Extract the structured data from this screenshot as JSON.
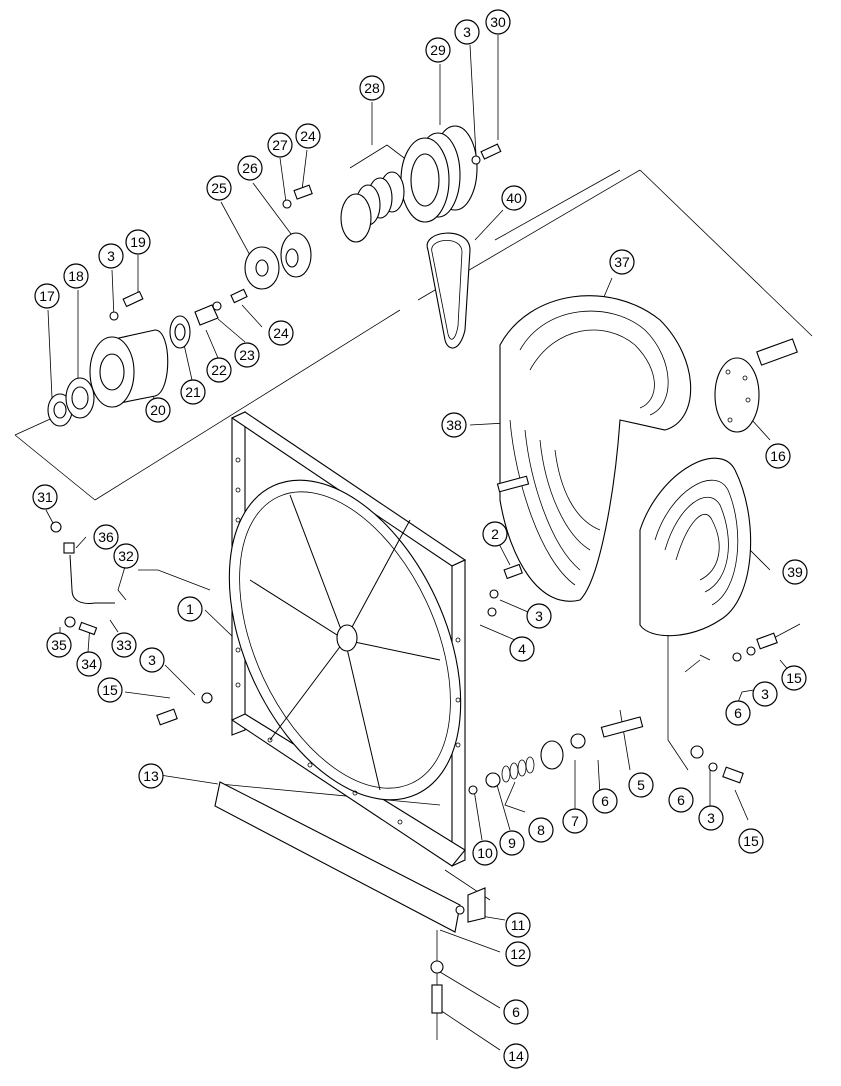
{
  "diagram": {
    "callouts": [
      {
        "id": "c30",
        "label": "30"
      },
      {
        "id": "c3a",
        "label": "3"
      },
      {
        "id": "c29",
        "label": "29"
      },
      {
        "id": "c28",
        "label": "28"
      },
      {
        "id": "c27",
        "label": "27"
      },
      {
        "id": "c24a",
        "label": "24"
      },
      {
        "id": "c26",
        "label": "26"
      },
      {
        "id": "c25",
        "label": "25"
      },
      {
        "id": "c40",
        "label": "40"
      },
      {
        "id": "c19",
        "label": "19"
      },
      {
        "id": "c3b",
        "label": "3"
      },
      {
        "id": "c18",
        "label": "18"
      },
      {
        "id": "c17",
        "label": "17"
      },
      {
        "id": "c24b",
        "label": "24"
      },
      {
        "id": "c23",
        "label": "23"
      },
      {
        "id": "c22",
        "label": "22"
      },
      {
        "id": "c21",
        "label": "21"
      },
      {
        "id": "c20",
        "label": "20"
      },
      {
        "id": "c37",
        "label": "37"
      },
      {
        "id": "c38",
        "label": "38"
      },
      {
        "id": "c16",
        "label": "16"
      },
      {
        "id": "c31",
        "label": "31"
      },
      {
        "id": "c36",
        "label": "36"
      },
      {
        "id": "c32",
        "label": "32"
      },
      {
        "id": "c2",
        "label": "2"
      },
      {
        "id": "c39",
        "label": "39"
      },
      {
        "id": "c1",
        "label": "1"
      },
      {
        "id": "c3c",
        "label": "3"
      },
      {
        "id": "c4",
        "label": "4"
      },
      {
        "id": "c35",
        "label": "35"
      },
      {
        "id": "c34",
        "label": "34"
      },
      {
        "id": "c33",
        "label": "33"
      },
      {
        "id": "c3d",
        "label": "3"
      },
      {
        "id": "c15a",
        "label": "15"
      },
      {
        "id": "c6a",
        "label": "6"
      },
      {
        "id": "c3e",
        "label": "3"
      },
      {
        "id": "c15b",
        "label": "15"
      },
      {
        "id": "c5",
        "label": "5"
      },
      {
        "id": "c13",
        "label": "13"
      },
      {
        "id": "c6b",
        "label": "6"
      },
      {
        "id": "c7",
        "label": "7"
      },
      {
        "id": "c8",
        "label": "8"
      },
      {
        "id": "c9",
        "label": "9"
      },
      {
        "id": "c10",
        "label": "10"
      },
      {
        "id": "c6c",
        "label": "6"
      },
      {
        "id": "c3f",
        "label": "3"
      },
      {
        "id": "c15c",
        "label": "15"
      },
      {
        "id": "c11",
        "label": "11"
      },
      {
        "id": "c12",
        "label": "12"
      },
      {
        "id": "c6d",
        "label": "6"
      },
      {
        "id": "c14",
        "label": "14"
      }
    ]
  }
}
